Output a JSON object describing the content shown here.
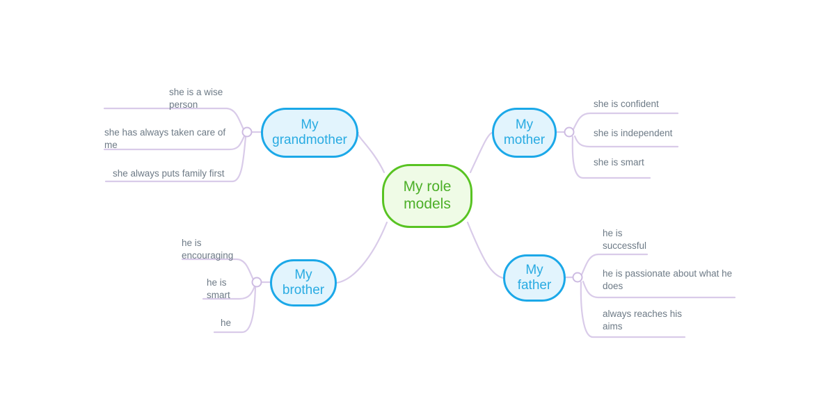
{
  "meta": {
    "title": "My role models mind map",
    "colors": {
      "root_border": "#58c322",
      "root_fill": "#effbe6",
      "root_text": "#4caf28",
      "branch_border": "#1ba8e8",
      "branch_fill": "#e2f4fd",
      "branch_text": "#29abe2",
      "link": "#d9cbe9",
      "leaf_text": "#6d7a86",
      "background": "#ffffff"
    }
  },
  "root": {
    "label": "My role\nmodels"
  },
  "branches": [
    {
      "id": "grandmother",
      "label": "My\ngrandmother",
      "side": "left",
      "leaves": [
        {
          "text": "she is a wise\nperson"
        },
        {
          "text": "she has always taken care of\nme"
        },
        {
          "text": "she always puts family first"
        }
      ]
    },
    {
      "id": "mother",
      "label": "My\nmother",
      "side": "right",
      "leaves": [
        {
          "text": "she is confident"
        },
        {
          "text": "she is independent"
        },
        {
          "text": "she is smart"
        }
      ]
    },
    {
      "id": "brother",
      "label": "My\nbrother",
      "side": "left",
      "leaves": [
        {
          "text": "he is\nencouraging"
        },
        {
          "text": "he is\nsmart"
        },
        {
          "text": "he"
        }
      ]
    },
    {
      "id": "father",
      "label": "My\nfather",
      "side": "right",
      "leaves": [
        {
          "text": "he is\nsuccessful"
        },
        {
          "text": "he is passionate about what he\ndoes"
        },
        {
          "text": "always reaches his\naims"
        }
      ]
    }
  ]
}
